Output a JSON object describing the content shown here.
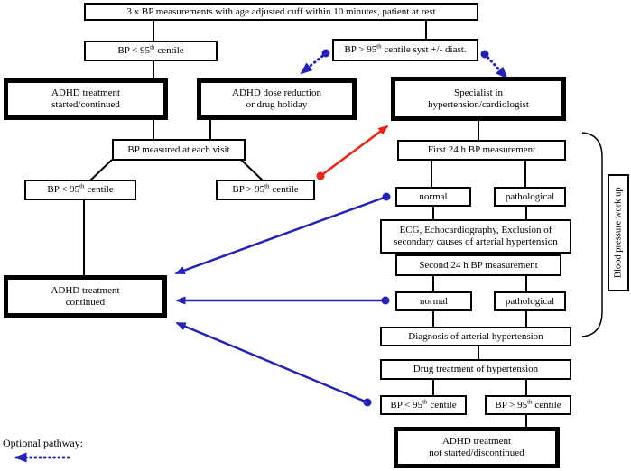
{
  "colors": {
    "arrow_blue": "#2222bb",
    "arrow_red": "#ee2211",
    "line_black": "#000000"
  },
  "nodes": {
    "measurements": {
      "text": "3 x BP measurements with age adjusted cuff within 10 minutes, patient at rest"
    },
    "bp_lt95_top": {
      "pre": "BP < 95",
      "sup": "th",
      "post": " centile"
    },
    "bp_gt95_syst": {
      "pre": "BP > 95",
      "sup": "th",
      "post": " centile syst +/- diast."
    },
    "adhd_started": {
      "line1": "ADHD treatment",
      "line2": "started/continued"
    },
    "dose_reduction": {
      "line1": "ADHD dose reduction",
      "line2": "or drug holiday"
    },
    "specialist": {
      "line1": "Specialist in",
      "line2": "hypertension/cardiologist"
    },
    "bp_each_visit": {
      "text": "BP measured at each visit"
    },
    "bp_lt95_mid": {
      "pre": "BP < 95",
      "sup": "th",
      "post": " centile"
    },
    "bp_gt95_mid": {
      "pre": "BP > 95",
      "sup": "th",
      "post": " centile"
    },
    "first_24h": {
      "text": "First 24 h BP measurement"
    },
    "normal_1": {
      "text": "normal"
    },
    "pathological_1": {
      "text": "pathological"
    },
    "ecg": {
      "line1": "ECG, Echocardiography, Exclusion of",
      "line2": "secondary causes of arterial hypertension"
    },
    "second_24h": {
      "text": "Second 24 h BP measurement"
    },
    "normal_2": {
      "text": "normal"
    },
    "pathological_2": {
      "text": "pathological"
    },
    "diagnosis": {
      "text": "Diagnosis of arterial hypertension"
    },
    "drug_treatment": {
      "text": "Drug treatment of hypertension"
    },
    "bp_lt95_bottom": {
      "pre": "BP < 95",
      "sup": "th",
      "post": " centile"
    },
    "bp_gt95_bottom": {
      "pre": "BP > 95",
      "sup": "th",
      "post": " centile"
    },
    "adhd_continued": {
      "line1": "ADHD treatment",
      "line2": "continued"
    },
    "adhd_not_started": {
      "line1": "ADHD treatment",
      "line2": "not started/discontinued"
    }
  },
  "annotations": {
    "brace_label": "Blood pressure work up",
    "legend_label": "Optional pathway:"
  }
}
